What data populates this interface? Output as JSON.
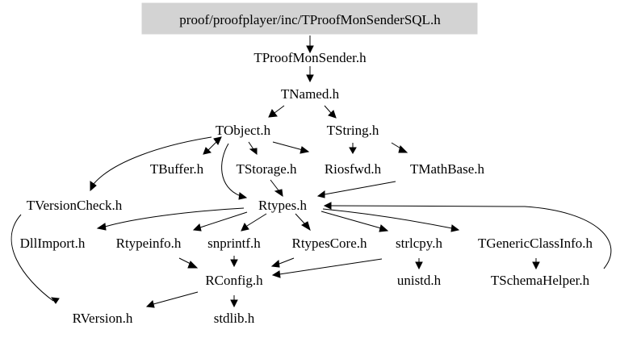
{
  "graph": {
    "root": "proof/proofplayer/inc/TProofMonSenderSQL.h",
    "nodes": [
      {
        "id": "sender",
        "label": "TProofMonSender.h"
      },
      {
        "id": "named",
        "label": "TNamed.h"
      },
      {
        "id": "object",
        "label": "TObject.h"
      },
      {
        "id": "string",
        "label": "TString.h"
      },
      {
        "id": "buffer",
        "label": "TBuffer.h"
      },
      {
        "id": "storage",
        "label": "TStorage.h"
      },
      {
        "id": "riosfwd",
        "label": "Riosfwd.h"
      },
      {
        "id": "mathbase",
        "label": "TMathBase.h"
      },
      {
        "id": "versioncheck",
        "label": "TVersionCheck.h"
      },
      {
        "id": "rtypes",
        "label": "Rtypes.h"
      },
      {
        "id": "dllimport",
        "label": "DllImport.h"
      },
      {
        "id": "rtypeinfo",
        "label": "Rtypeinfo.h"
      },
      {
        "id": "snprintf",
        "label": "snprintf.h"
      },
      {
        "id": "rtypescore",
        "label": "RtypesCore.h"
      },
      {
        "id": "strlcpy",
        "label": "strlcpy.h"
      },
      {
        "id": "genericclassinfo",
        "label": "TGenericClassInfo.h"
      },
      {
        "id": "rconfig",
        "label": "RConfig.h"
      },
      {
        "id": "unistd",
        "label": "unistd.h"
      },
      {
        "id": "schemahelper",
        "label": "TSchemaHelper.h"
      },
      {
        "id": "rversion",
        "label": "RVersion.h"
      },
      {
        "id": "stdlib",
        "label": "stdlib.h"
      }
    ],
    "edges": [
      [
        "root",
        "sender"
      ],
      [
        "sender",
        "named"
      ],
      [
        "named",
        "object"
      ],
      [
        "named",
        "string"
      ],
      [
        "object",
        "buffer"
      ],
      [
        "buffer",
        "object"
      ],
      [
        "object",
        "storage"
      ],
      [
        "object",
        "riosfwd"
      ],
      [
        "object",
        "versioncheck"
      ],
      [
        "object",
        "rtypes"
      ],
      [
        "string",
        "riosfwd"
      ],
      [
        "string",
        "mathbase"
      ],
      [
        "storage",
        "rtypes"
      ],
      [
        "mathbase",
        "rtypes"
      ],
      [
        "versioncheck",
        "rversion"
      ],
      [
        "rtypes",
        "dllimport"
      ],
      [
        "rtypes",
        "rtypeinfo"
      ],
      [
        "rtypes",
        "snprintf"
      ],
      [
        "rtypes",
        "rtypescore"
      ],
      [
        "rtypes",
        "strlcpy"
      ],
      [
        "rtypes",
        "genericclassinfo"
      ],
      [
        "schemahelper",
        "rtypes"
      ],
      [
        "rtypeinfo",
        "rconfig"
      ],
      [
        "snprintf",
        "rconfig"
      ],
      [
        "rtypescore",
        "rconfig"
      ],
      [
        "strlcpy",
        "rconfig"
      ],
      [
        "strlcpy",
        "unistd"
      ],
      [
        "genericclassinfo",
        "schemahelper"
      ],
      [
        "rconfig",
        "rversion"
      ],
      [
        "rconfig",
        "stdlib"
      ]
    ]
  }
}
